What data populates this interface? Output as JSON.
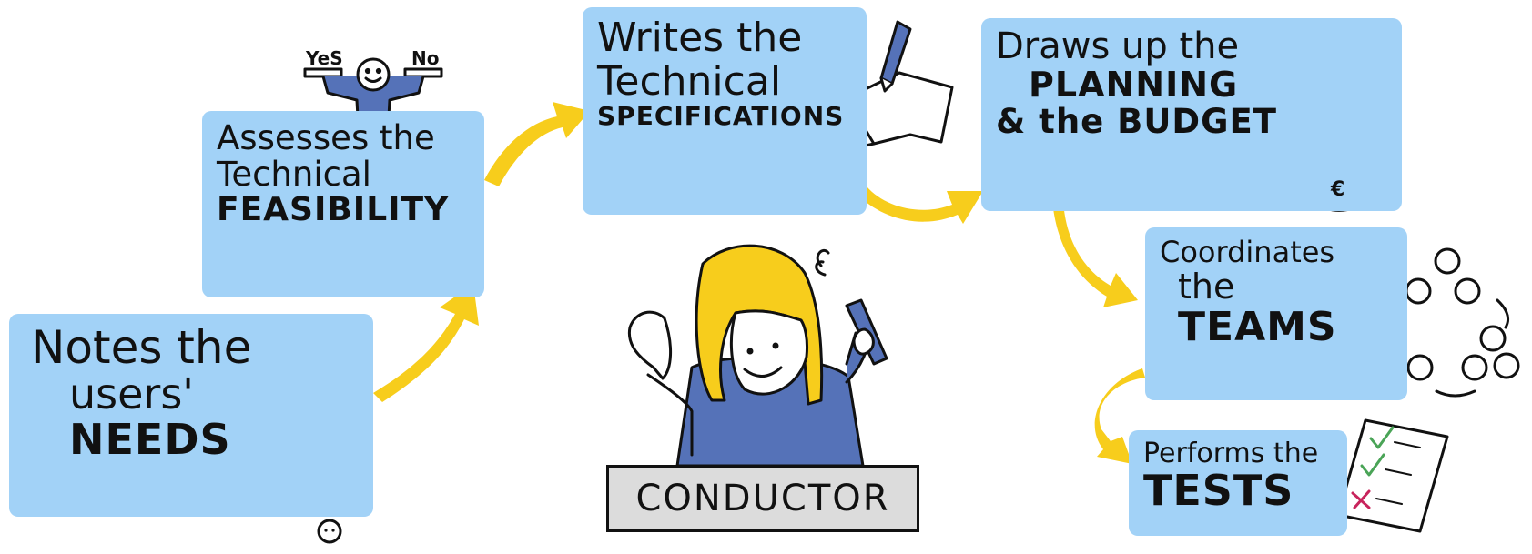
{
  "steps": {
    "needs": {
      "l1": "Notes the",
      "l2": "users'",
      "l3": "NEEDS"
    },
    "feas": {
      "l1": "Assesses the",
      "l2": "Technical",
      "l3": "FEASIBILITY"
    },
    "specs": {
      "l1": "Writes the",
      "l2": "Technical",
      "l3": "SPECIFICATIONS"
    },
    "planning": {
      "l1": "Draws up the",
      "l2": "PLANNING",
      "l3": "& the BUDGET"
    },
    "teams": {
      "l1": "Coordinates",
      "l2": "the",
      "l3": "TEAMS"
    },
    "tests": {
      "l1": "Performs the",
      "l2": "TESTS"
    }
  },
  "sign_yes": "YeS",
  "sign_no": "No",
  "currency": "€",
  "conductor": "CONDUCTOR",
  "colors": {
    "box": "#a2d2f7",
    "arrow": "#f7cd1c",
    "figure": "#5572b8",
    "hair": "#f7cd1c",
    "money": "#4aa457",
    "heart": "#c8245c"
  }
}
